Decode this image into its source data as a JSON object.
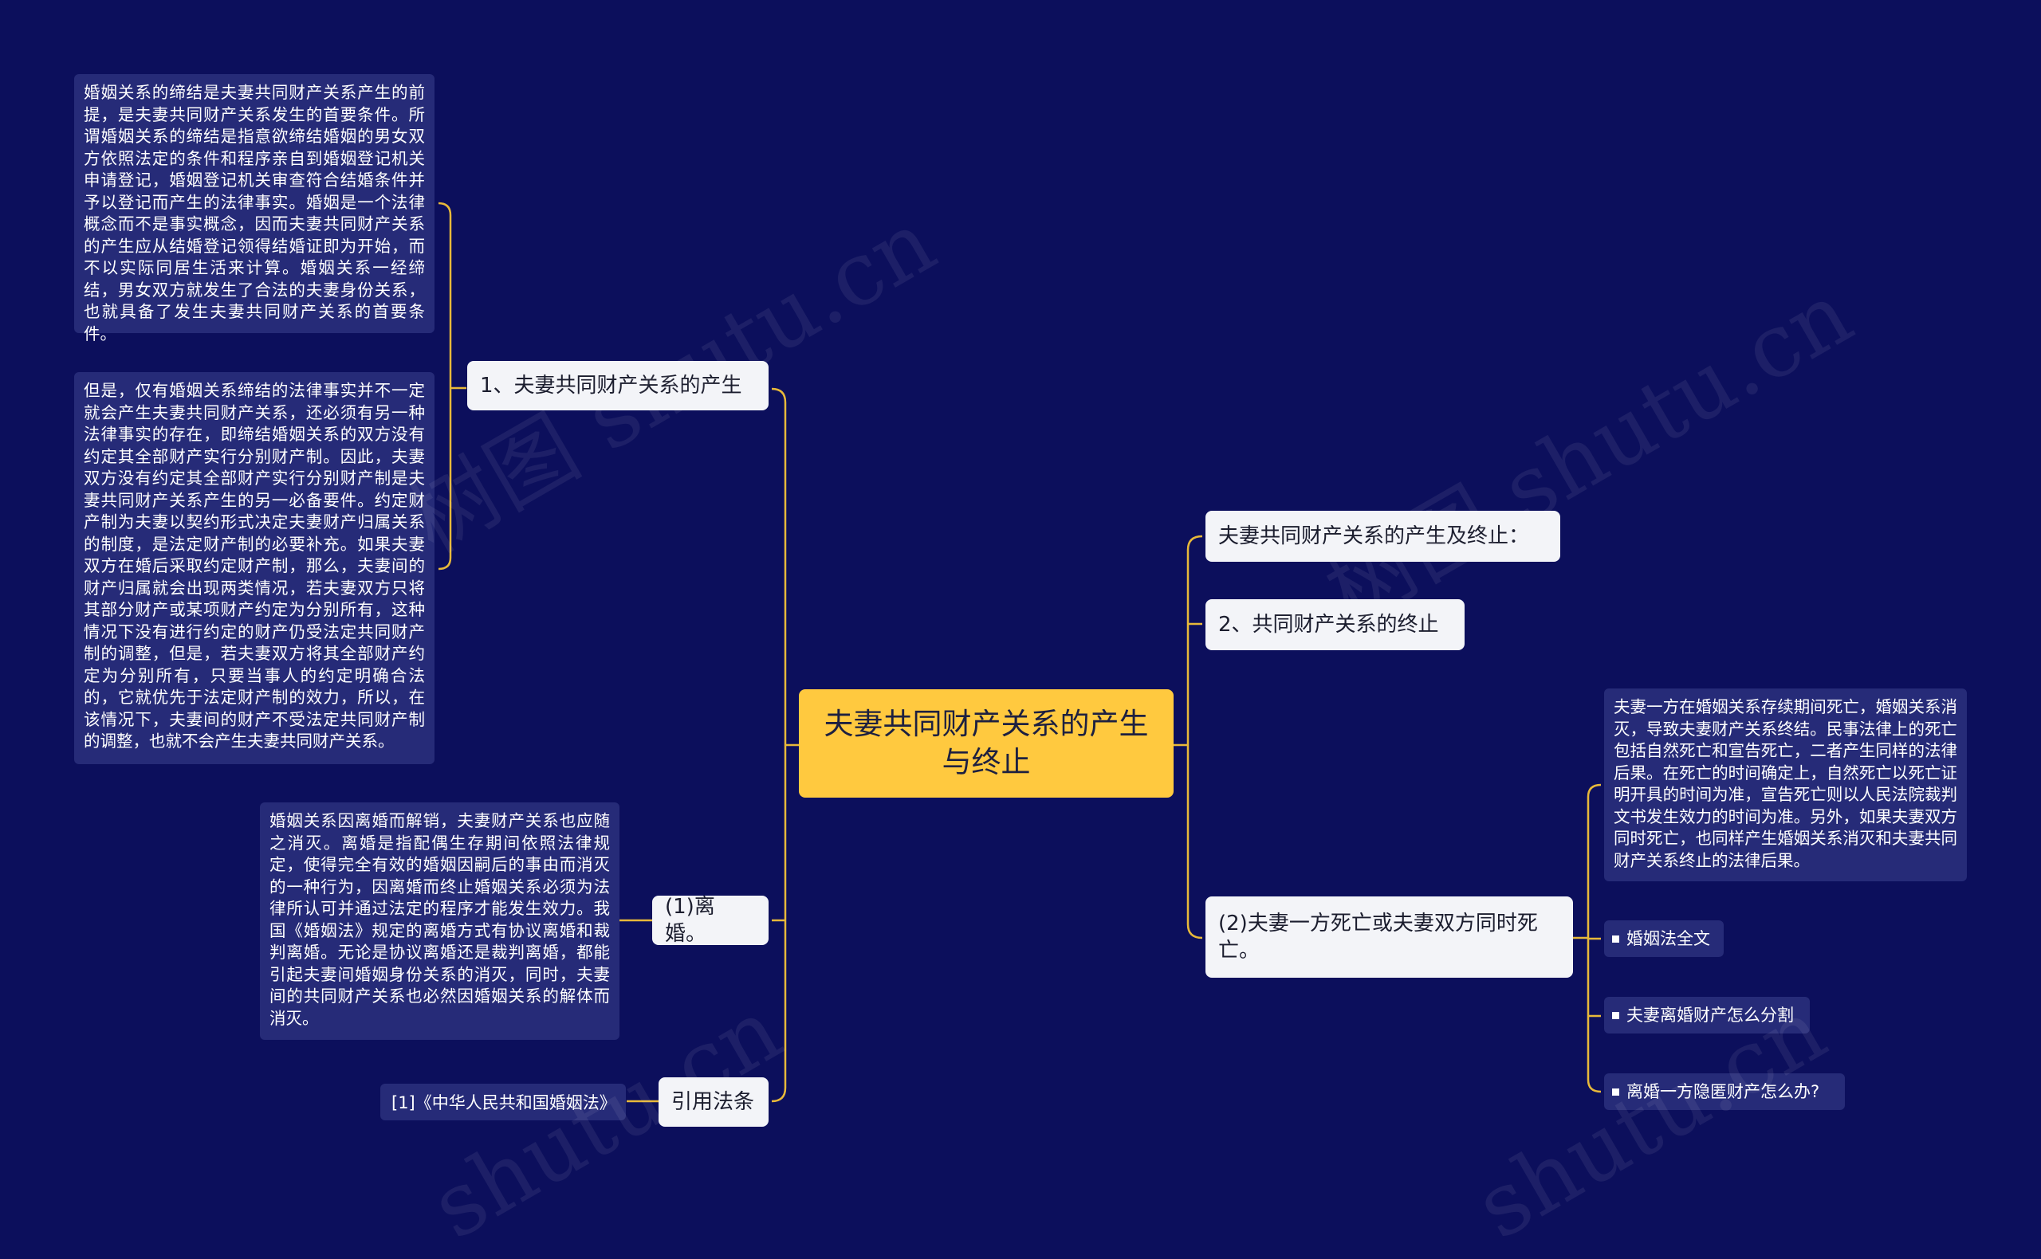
{
  "root": {
    "text": "夫妻共同财产关系的产生与终止"
  },
  "left_branches": [
    {
      "label": "1、夫妻共同财产关系的产生",
      "details": [
        "婚姻关系的缔结是夫妻共同财产关系产生的前提，是夫妻共同财产关系发生的首要条件。所谓婚姻关系的缔结是指意欲缔结婚姻的男女双方依照法定的条件和程序亲自到婚姻登记机关申请登记，婚姻登记机关审查符合结婚条件并予以登记而产生的法律事实。婚姻是一个法律概念而不是事实概念，因而夫妻共同财产关系的产生应从结婚登记领得结婚证即为开始，而不以实际同居生活来计算。婚姻关系一经缔结，男女双方就发生了合法的夫妻身份关系，也就具备了发生夫妻共同财产关系的首要条件。",
        "但是，仅有婚姻关系缔结的法律事实并不一定就会产生夫妻共同财产关系，还必须有另一种法律事实的存在，即缔结婚姻关系的双方没有约定其全部财产实行分别财产制。因此，夫妻双方没有约定其全部财产实行分别财产制是夫妻共同财产关系产生的另一必备要件。约定财产制为夫妻以契约形式决定夫妻财产归属关系的制度，是法定财产制的必要补充。如果夫妻双方在婚后采取约定财产制，那么，夫妻间的财产归属就会出现两类情况，若夫妻双方只将其部分财产或某项财产约定为分别所有，这种情况下没有进行约定的财产仍受法定共同财产制的调整，但是，若夫妻双方将其全部财产约定为分别所有，只要当事人的约定明确合法的，它就优先于法定财产制的效力，所以，在该情况下，夫妻间的财产不受法定共同财产制的调整，也就不会产生夫妻共同财产关系。"
      ]
    },
    {
      "label": "(1)离婚。",
      "details": [
        "婚姻关系因离婚而解销，夫妻财产关系也应随之消灭。离婚是指配偶生存期间依照法律规定，使得完全有效的婚姻因嗣后的事由而消灭的一种行为，因离婚而终止婚姻关系必须为法律所认可并通过法定的程序才能发生效力。我国《婚姻法》规定的离婚方式有协议离婚和裁判离婚。无论是协议离婚还是裁判离婚，都能引起夫妻间婚姻身份关系的消灭，同时，夫妻间的共同财产关系也必然因婚姻关系的解体而消灭。"
      ]
    },
    {
      "label": "引用法条",
      "details": [
        "[1]《中华人民共和国婚姻法》"
      ]
    }
  ],
  "right_branches": [
    {
      "label": "夫妻共同财产关系的产生及终止："
    },
    {
      "label": "2、共同财产关系的终止"
    },
    {
      "label": "(2)夫妻一方死亡或夫妻双方同时死亡。",
      "detail": "夫妻一方在婚姻关系存续期间死亡，婚姻关系消灭，导致夫妻财产关系终结。民事法律上的死亡包括自然死亡和宣告死亡，二者产生同样的法律后果。在死亡的时间确定上，自然死亡以死亡证明开具的时间为准，宣告死亡则以人民法院裁判文书发生效力的时间为准。另外，如果夫妻双方同时死亡，也同样产生婚姻关系消灭和夫妻共同财产关系终止的法律后果。",
      "links": [
        "婚姻法全文",
        "夫妻离婚财产怎么分割",
        "离婚一方隐匿财产怎么办?"
      ]
    }
  ],
  "watermark": [
    "树图 shutu.cn",
    "树图 shutu.cn",
    "shutu.cn",
    "shutu.cn"
  ],
  "colors": {
    "background": "#0c0f5c",
    "root": "#ffc93f",
    "branch": "#f3f4f8",
    "leaf": "#262b78",
    "connector": "#e8b93a"
  }
}
